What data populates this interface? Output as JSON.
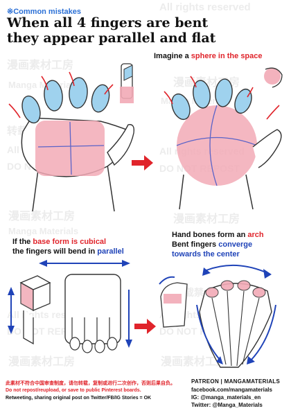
{
  "header": {
    "note": "※Common mistakes",
    "headline_line1": "When all 4 fingers are bent",
    "headline_line2": "they appear parallel and flat"
  },
  "watermark": {
    "rights": "All rights reserved",
    "repost": "DO NOT REPOST",
    "brand": "Manga Materials",
    "cn": "漫画素材工房",
    "cn_forbid": "转载禁止"
  },
  "panel_top_right": {
    "caption_pre": "Imagine a ",
    "caption_highlight": "sphere in the space"
  },
  "panel_bottom_left": {
    "line1_pre": "If the ",
    "line1_highlight": "base form is cubical",
    "line2_pre": "the fingers will bend in ",
    "line2_highlight": "parallel"
  },
  "panel_bottom_right": {
    "line1_pre": "Hand bones form an ",
    "line1_highlight": "arch",
    "line2_pre": "Bent fingers ",
    "line2_highlight": "converge",
    "line3": "towards the center"
  },
  "footer": {
    "cn_line": "此素材不符合中国审查制度，请勿转载，复制或进行二次创作，否则后果自负。",
    "en_line1": "Do not repost/reupload, or save to public Pinterest boards.",
    "en_line2": "Retweeting, sharing original post on Twitter/FB/IG Stories = OK",
    "patreon_label": "PATREON",
    "patreon_name": "MANGAMATERIALS",
    "facebook": "facebook.com/mangamaterials",
    "instagram": "IG: @manga_materials_en",
    "twitter": "Twitter: @Manga_Materials"
  },
  "colors": {
    "accent_red": "#e0242b",
    "accent_blue": "#1f43b8",
    "note_blue": "#2a6fd6",
    "finger_blue": "#9fd2ee",
    "palm_pink": "#f2aab6"
  }
}
